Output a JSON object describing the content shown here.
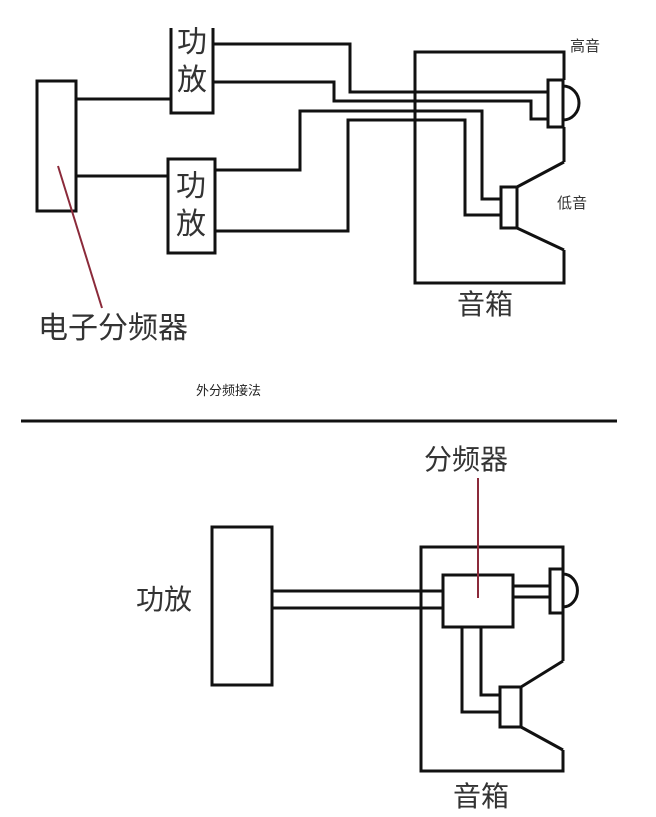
{
  "colors": {
    "line": "#111111",
    "leader": "#8b2a3a",
    "text": "#333333",
    "background": "#ffffff"
  },
  "top_diagram": {
    "amp_top_label_1": "功",
    "amp_top_label_2": "放",
    "amp_bottom_label_1": "功",
    "amp_bottom_label_2": "放",
    "tweeter_label": "高音",
    "woofer_label": "低音",
    "cabinet_label": "音箱",
    "electronic_crossover_label": "电子分频器",
    "caption": "外分频接法"
  },
  "bottom_diagram": {
    "crossover_label": "分频器",
    "amp_label": "功放",
    "cabinet_label": "音箱"
  }
}
